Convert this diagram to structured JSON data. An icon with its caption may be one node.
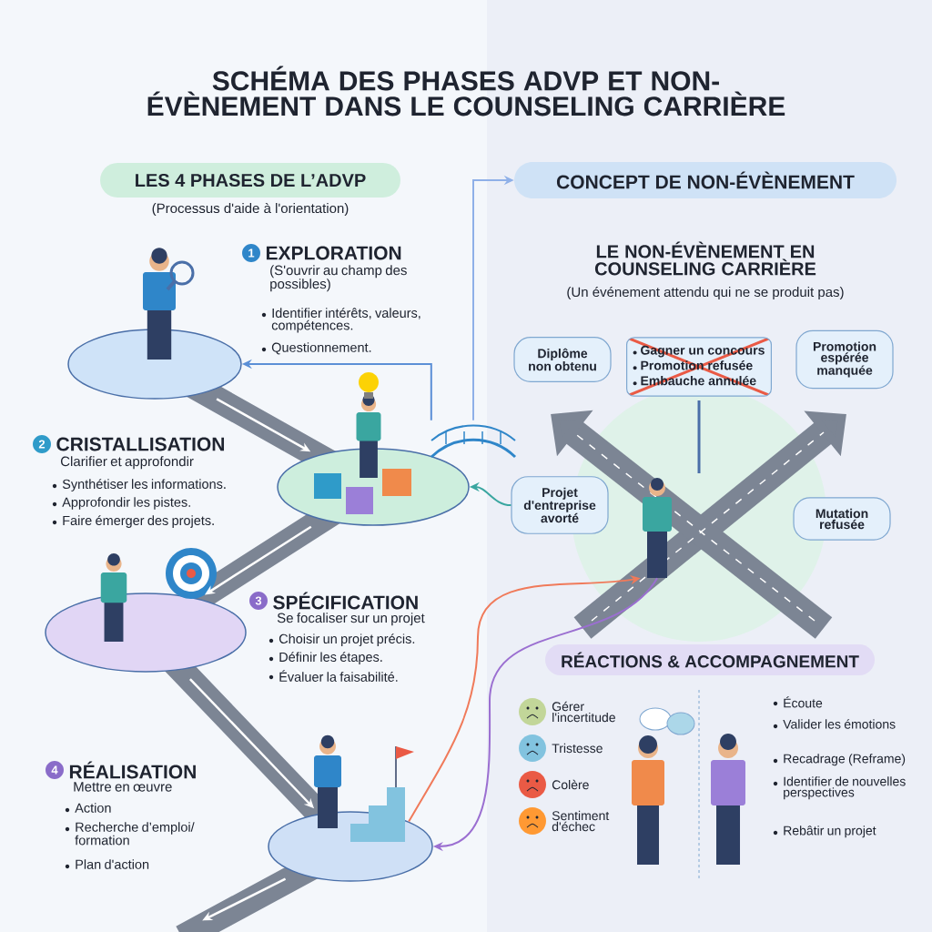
{
  "diagram": {
    "title": "SCHÉMA DES PHASES ADVP ET NON-ÉVÈNEMENT DANS LE COUNSELING CARRIÈRE",
    "nodes": [
      {
        "text": [
          "LES 4 PHASES DE L’ADVP"
        ],
        "beside": [
          "(Processus d'aide à l'orientation)"
        ]
      },
      {
        "text": [],
        "shape": "picture",
        "beside": [
          "1",
          "EXPLORATION",
          "(S'ouvrir au champ des possibles)",
          "Identifier intérêts, valeurs, compétences.",
          "Questionnement."
        ]
      },
      {
        "text": [],
        "shape": "picture",
        "beside": [
          "2",
          "CRISTALLISATION",
          "Clarifier et approfondir",
          "Synthétiser les informations.",
          "Approfondir les pistes.",
          "Faire émerger des projets."
        ]
      },
      {
        "text": [],
        "shape": "picture",
        "beside": [
          "3",
          "SPÉCIFICATION",
          "Se focaliser sur un projet",
          "Choisir un projet précis.",
          "Définir les étapes.",
          "Évaluer la faisabilité."
        ]
      },
      {
        "text": [],
        "shape": "picture",
        "beside": [
          "4",
          "RÉALISATION",
          "Mettre en œuvre",
          "Action",
          "Recherche d’emploi/ formation",
          "Plan d'action"
        ]
      },
      {
        "text": [
          "CONCEPT DE NON-ÉVÈNEMENT"
        ]
      },
      {
        "text": [],
        "shape": "person"
      },
      {
        "text": [
          "Diplôme non obtenu"
        ]
      },
      {
        "text": [
          "Gagner un concours",
          "Promotion refusée",
          "Embauche annulée"
        ]
      },
      {
        "text": [
          "Promotion espérée manquée"
        ]
      },
      {
        "text": [
          "Projet d'entreprise avorté"
        ]
      },
      {
        "text": [
          "Mutation refusée"
        ]
      },
      {
        "text": [
          "RÉACTIONS & ACCOMPAGNEMENT"
        ]
      },
      {
        "text": [],
        "shape": "picture"
      }
    ],
    "edges": [
      {
        "from": 1,
        "to": 2,
        "arrow": "to"
      },
      {
        "from": 2,
        "to": 3,
        "arrow": "to"
      },
      {
        "from": 3,
        "to": 4,
        "arrow": "to"
      },
      {
        "from": 4,
        "to": null,
        "arrow": "to"
      },
      {
        "from": 13,
        "to": 5,
        "arrow": "to",
        "color": "#8fb0e8"
      },
      {
        "from": 13,
        "to": 1,
        "arrow": "to",
        "color": "#5b8fd6"
      },
      {
        "from": 10,
        "to": 2,
        "arrow": "to",
        "color": "#3aa6a0"
      },
      {
        "from": 4,
        "to": 6,
        "arrow": "to",
        "color": "#f07a5a"
      },
      {
        "from": 6,
        "to": 4,
        "arrow": "to",
        "color": "#9b6fd1"
      }
    ],
    "labels": [
      "LE NON-ÉVÈNEMENT EN COUNSELING CARRIÈRE",
      "(Un événement attendu qui ne se produit pas)",
      "Gérer l'incertitude",
      "Tristesse",
      "Colère",
      "Sentiment d'échec",
      "Écoute",
      "Valider les émotions",
      "Recadrage (Reframe)",
      "Identifier de nouvelles perspectives",
      "Rebâtir un projet"
    ]
  }
}
